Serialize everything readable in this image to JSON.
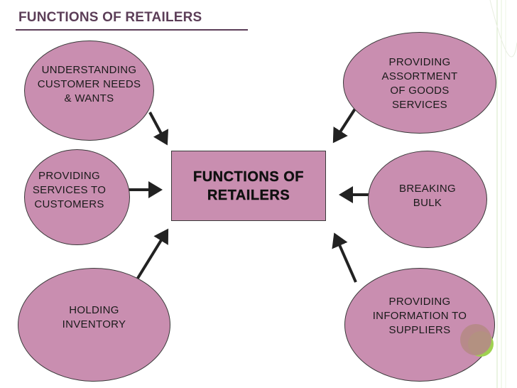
{
  "title": "FUNCTIONS OF RETAILERS",
  "center": {
    "label": "FUNCTIONS OF\nRETAILERS"
  },
  "nodes": [
    {
      "label": "UNDERSTANDING\nCUSTOMER NEEDS\n& WANTS"
    },
    {
      "label": "PROVIDING\nSERVICES TO\nCUSTOMERS"
    },
    {
      "label": "HOLDING\nINVENTORY"
    },
    {
      "label": "PROVIDING\nASSORTMENT\nOF GOODS\nSERVICES"
    },
    {
      "label": "BREAKING\nBULK"
    },
    {
      "label": "PROVIDING\nINFORMATION TO\nSUPPLIERS"
    }
  ],
  "colors": {
    "node_fill": "#c98eb0",
    "title_color": "#5c3e58",
    "accent_green": "#9fd250"
  }
}
